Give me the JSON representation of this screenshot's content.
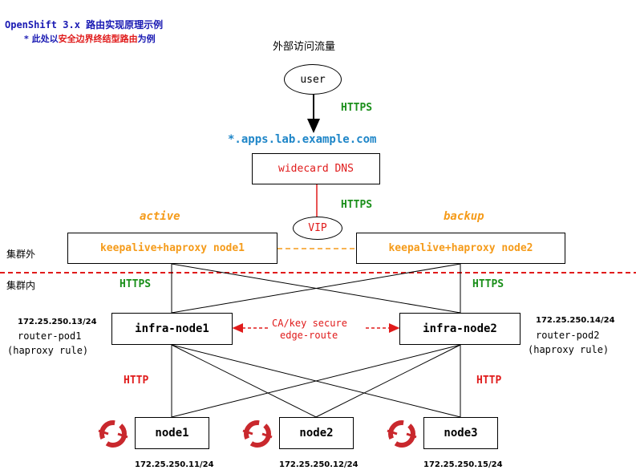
{
  "header": {
    "title": "OpenShift 3.x 路由实现原理示例",
    "subtitle_prefix": "* 此处以",
    "subtitle_highlight": "安全边界终结型路由",
    "subtitle_suffix": "为例"
  },
  "traffic_label": "外部访问流量",
  "user": "user",
  "protocols": {
    "https_top": "HTTPS",
    "https_mid": "HTTPS",
    "https_left": "HTTPS",
    "https_right": "HTTPS",
    "http_left": "HTTP",
    "http_right": "HTTP"
  },
  "domain": "*.apps.lab.example.com",
  "dns_box": "widecard DNS",
  "vip": "VIP",
  "lb": {
    "active_label": "active",
    "backup_label": "backup",
    "node1": "keepalive+haproxy node1",
    "node2": "keepalive+haproxy node2"
  },
  "zones": {
    "outside": "集群外",
    "inside": "集群内"
  },
  "infra": {
    "node1": "infra-node1",
    "node2": "infra-node2",
    "left_ip": "172.25.250.13/24",
    "left_pod": "router-pod1",
    "left_rule": "(haproxy rule)",
    "right_ip": "172.25.250.14/24",
    "right_pod": "router-pod2",
    "right_rule": "(haproxy rule)",
    "route_line1": "CA/key secure",
    "route_line2": "edge-route"
  },
  "nodes": [
    {
      "name": "node1",
      "ip": "172.25.250.11/24"
    },
    {
      "name": "node2",
      "ip": "172.25.250.12/24"
    },
    {
      "name": "node3",
      "ip": "172.25.250.15/24"
    }
  ],
  "icon": "openshift-logo-icon",
  "colors": {
    "title_blue": "#1a1ab3",
    "red": "#e01b1b",
    "green": "#1a8f1a",
    "orange": "#f59b1a",
    "domain_blue": "#1f86c8",
    "openshift_red": "#c9282d"
  }
}
